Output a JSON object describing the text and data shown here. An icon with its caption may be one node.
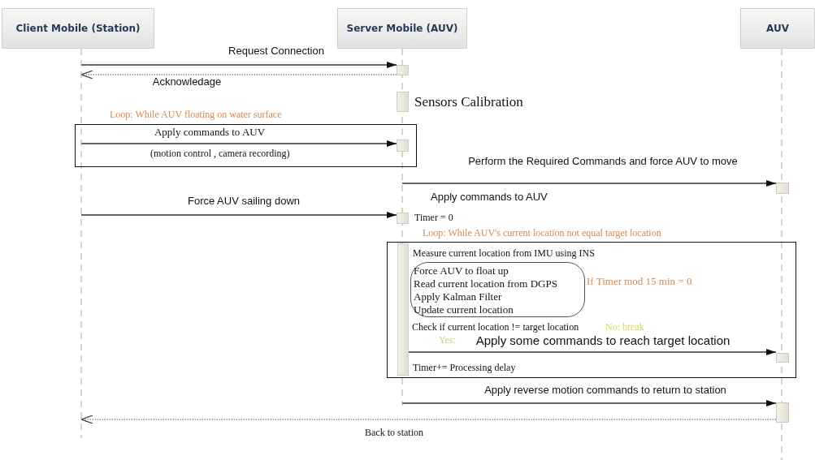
{
  "diagram": {
    "nodes": [
      {
        "text": [
          "Client Mobile (Station)"
        ]
      },
      {
        "text": [
          "Server Mobile (AUV)"
        ]
      },
      {
        "text": [
          "AUV"
        ]
      },
      {
        "text": [],
        "shape": "bar"
      },
      {
        "text": [],
        "shape": "bar",
        "beside": [
          "Sensors Calibration"
        ]
      },
      {
        "text": [
          "Loop: While AUV floating on water surface"
        ]
      },
      {
        "text": [],
        "shape": "bar",
        "in": 5
      },
      {
        "text": [],
        "shape": "bar"
      },
      {
        "text": [],
        "shape": "bar",
        "beside": [
          "Timer = 0"
        ]
      },
      {
        "text": [
          "Loop: While AUV's current location not equal target location"
        ]
      },
      {
        "text": [],
        "shape": "bar",
        "in": 9
      },
      {
        "text": [
          "Force AUV to float up",
          "Read current location from DGPS",
          "Apply Kalman Filter",
          "Update current location"
        ],
        "in": 9,
        "beside": [
          "If Timer mod 15 min = 0"
        ]
      },
      {
        "text": [],
        "shape": "bar",
        "in": 9
      },
      {
        "text": [],
        "shape": "bar"
      },
      {
        "text": [],
        "shape": "line"
      },
      {
        "text": [],
        "shape": "line"
      },
      {
        "text": [],
        "shape": "line"
      }
    ],
    "edges": [
      {
        "from": 14,
        "to": 3,
        "arrow": "to",
        "label": "Request Connection"
      },
      {
        "from": 3,
        "to": 14,
        "arrow": "to",
        "label": "Acknowledage",
        "style": "dashed"
      },
      {
        "from": 14,
        "to": 6,
        "arrow": "to",
        "label": "Apply commands to AUV"
      },
      {
        "from": 15,
        "to": 7,
        "arrow": "to",
        "label": "Perform the Required Commands and force AUV to move"
      },
      {
        "from": 14,
        "to": 8,
        "arrow": "to",
        "label": "Force AUV sailing down"
      },
      {
        "from": 10,
        "to": 12,
        "arrow": "to",
        "label": "Apply some commands to reach target location"
      },
      {
        "from": 15,
        "to": 13,
        "arrow": "to",
        "label": "Apply reverse motion commands to return to station"
      },
      {
        "from": 13,
        "to": 14,
        "arrow": "to",
        "label": "Back to station",
        "style": "dashed"
      }
    ],
    "labels": [
      "(motion control , camera recording)",
      "Apply commands to AUV",
      "Measure current location from IMU using INS",
      "Check if current location != target location",
      "No: break",
      "Yes:",
      "Timer+= Processing delay"
    ]
  }
}
